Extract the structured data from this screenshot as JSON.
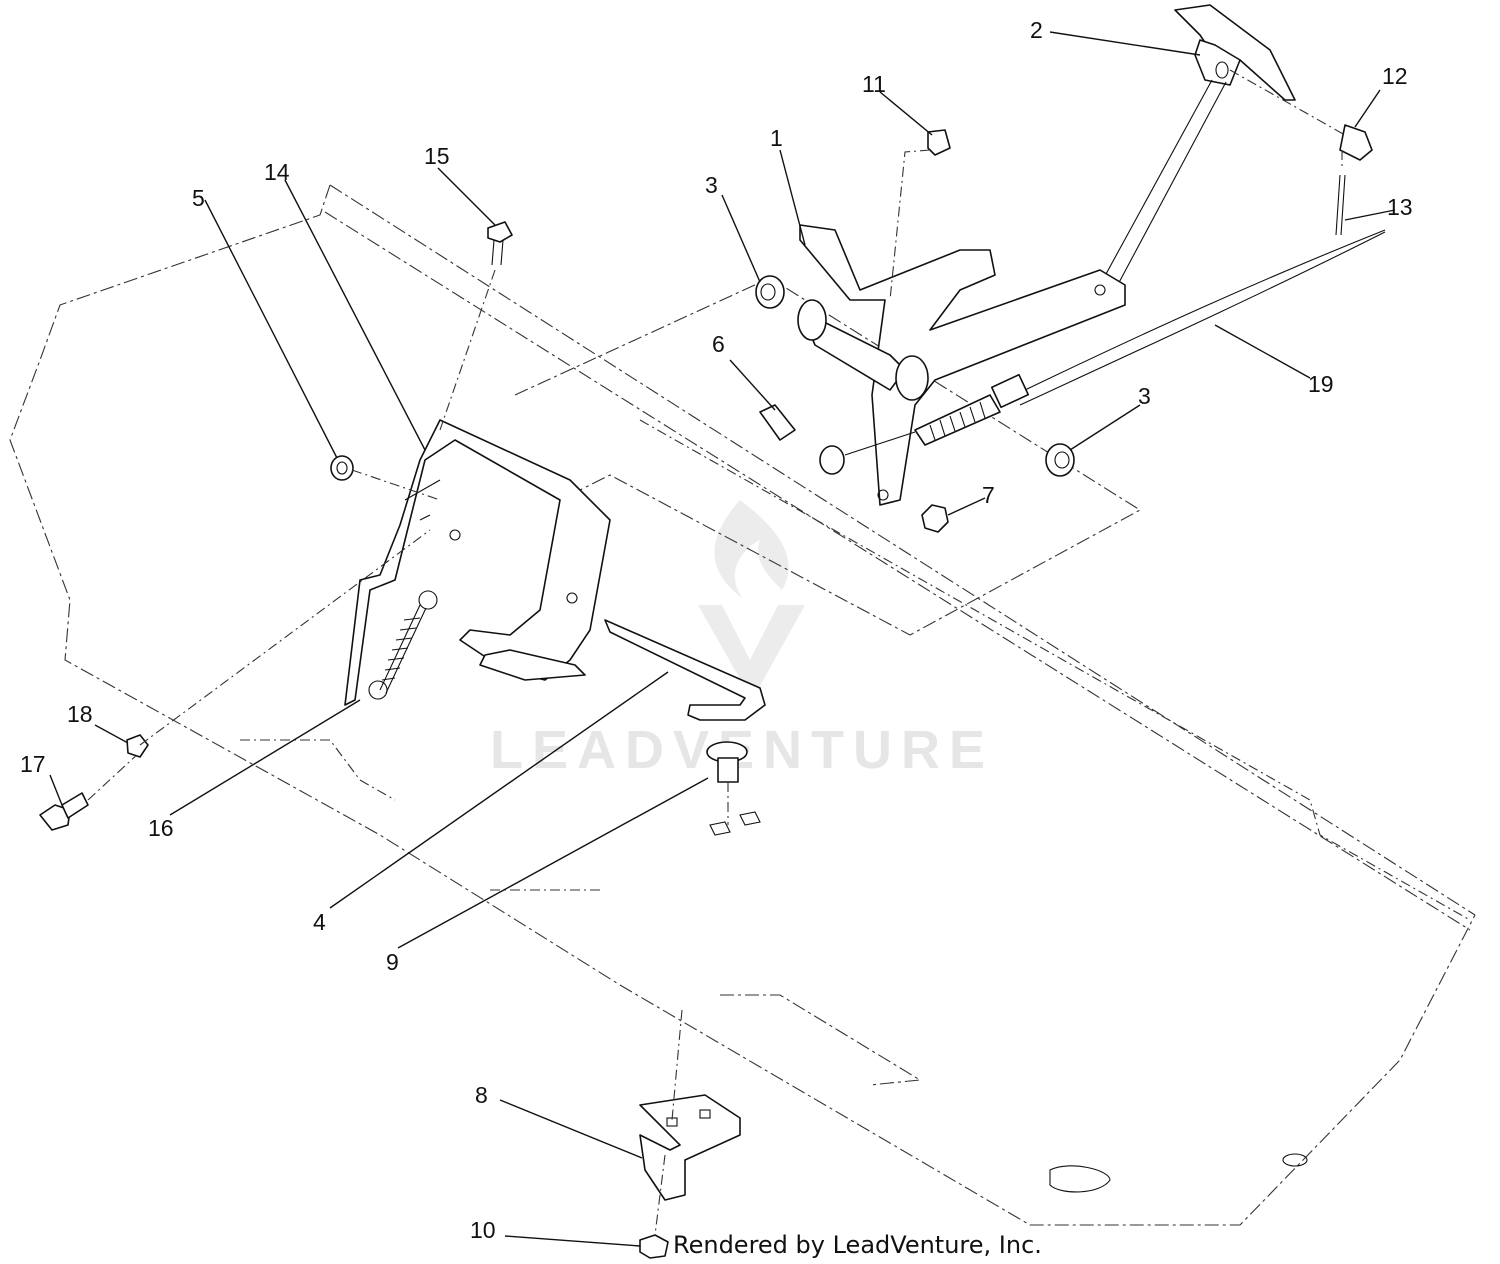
{
  "diagram": {
    "callouts": [
      "1",
      "2",
      "3",
      "3",
      "4",
      "5",
      "6",
      "7",
      "8",
      "9",
      "10",
      "11",
      "12",
      "13",
      "14",
      "15",
      "16",
      "17",
      "18",
      "19"
    ]
  },
  "watermark": {
    "text": "LEADVENTURE"
  },
  "footer": {
    "credit": "Rendered by LeadVenture, Inc."
  }
}
